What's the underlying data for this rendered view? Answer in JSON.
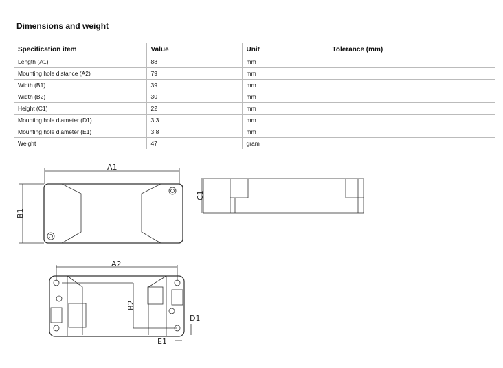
{
  "section_title": "Dimensions and weight",
  "table": {
    "headers": [
      "Specification item",
      "Value",
      "Unit",
      "Tolerance (mm)"
    ],
    "rows": [
      [
        "Length (A1)",
        "88",
        "mm",
        ""
      ],
      [
        "Mounting hole distance (A2)",
        "79",
        "mm",
        ""
      ],
      [
        "Width (B1)",
        "39",
        "mm",
        ""
      ],
      [
        "Width (B2)",
        "30",
        "mm",
        ""
      ],
      [
        "Height (C1)",
        "22",
        "mm",
        ""
      ],
      [
        "Mounting hole diameter (D1)",
        "3.3",
        "mm",
        ""
      ],
      [
        "Mounting hole diameter (E1)",
        "3.8",
        "mm",
        ""
      ],
      [
        "Weight",
        "47",
        "gram",
        ""
      ]
    ]
  },
  "drawing_labels": {
    "a1": "A1",
    "b1": "B1",
    "c1": "C1",
    "a2": "A2",
    "b2": "B2",
    "d1": "D1",
    "e1": "E1"
  }
}
